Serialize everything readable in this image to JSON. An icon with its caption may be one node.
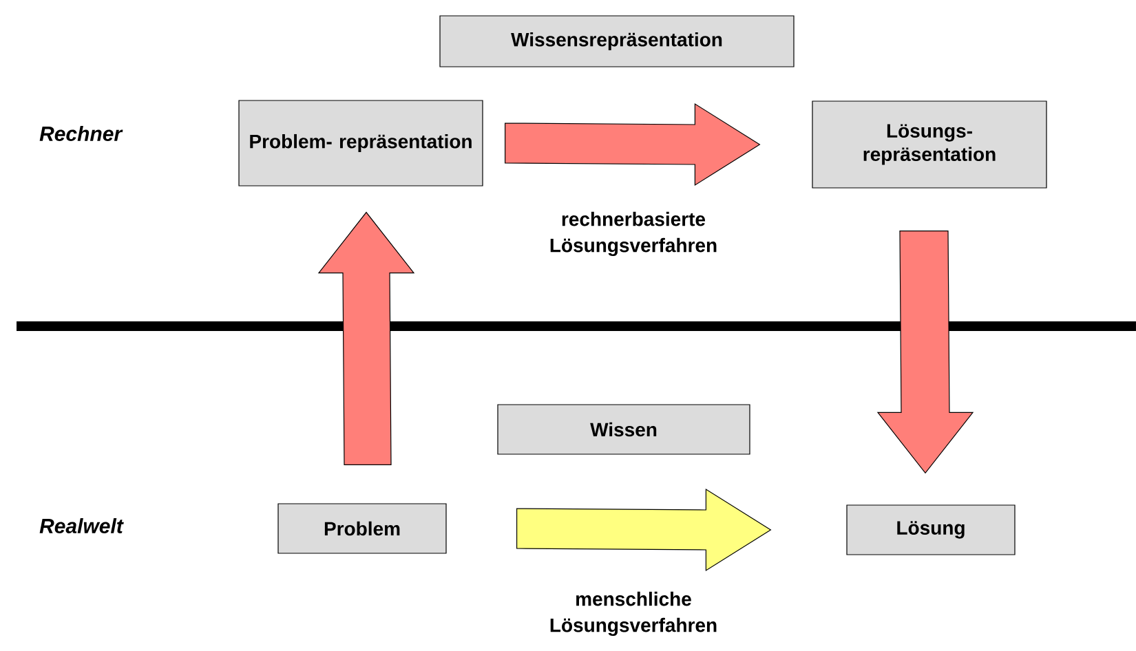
{
  "diagram": {
    "nodes": [
      {
        "text": [
          "Wissensrepräsentation"
        ]
      },
      {
        "text": [
          "Problem- repräsentation"
        ]
      },
      {
        "text": [
          "Lösungs- repräsentation"
        ]
      },
      {
        "text": [
          "Wissen"
        ]
      },
      {
        "text": [
          "Problem"
        ]
      },
      {
        "text": [
          "Lösung"
        ]
      }
    ],
    "edges": [
      {
        "from": 1,
        "to": 2,
        "arrow": "to",
        "label": "rechnerbasierte Lösungsverfahren"
      },
      {
        "from": 4,
        "to": 1,
        "arrow": "to"
      },
      {
        "from": 2,
        "to": 5,
        "arrow": "to"
      },
      {
        "from": 4,
        "to": 5,
        "arrow": "to",
        "label": "menschliche Lösungsverfahren",
        "color": "#ffff80"
      }
    ],
    "labels": [
      "Rechner",
      "Realwelt"
    ]
  }
}
